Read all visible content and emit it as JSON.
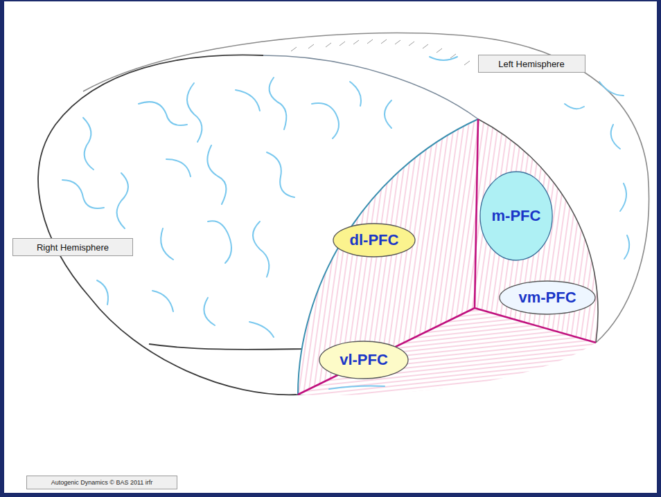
{
  "diagram": {
    "nodes": [
      {
        "text": [
          "Left Hemisphere"
        ]
      },
      {
        "text": [
          "m-PFC"
        ]
      },
      {
        "text": [
          "dl-PFC"
        ]
      },
      {
        "text": [
          "Right Hemisphere"
        ]
      },
      {
        "text": [
          "vm-PFC"
        ]
      },
      {
        "text": [
          "vl-PFC"
        ]
      },
      {
        "text": [
          "Autogenic Dynamics © BAS 2011 irfr"
        ]
      }
    ]
  }
}
